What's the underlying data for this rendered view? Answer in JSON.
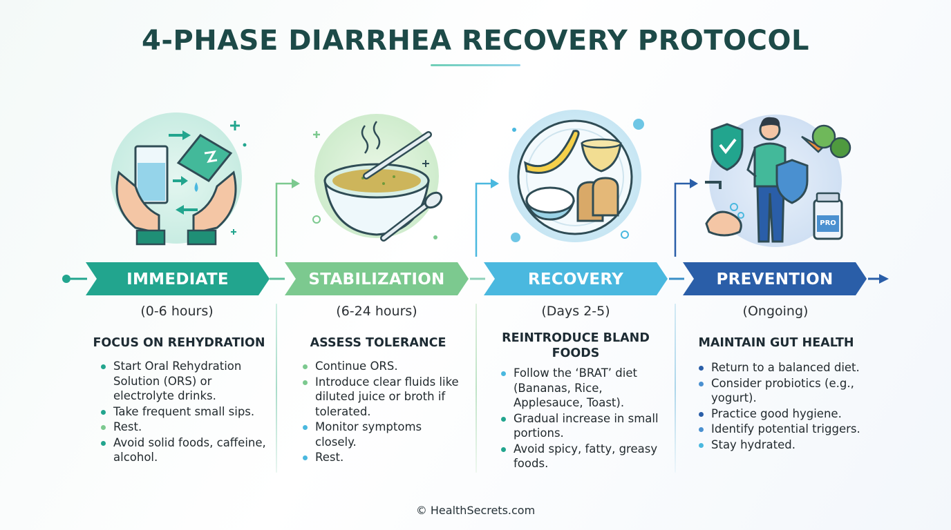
{
  "title": "4-PHASE DIARRHEA RECOVERY PROTOCOL",
  "colors": {
    "immediate": "#22a58e",
    "stabilization": "#7cc98f",
    "recovery": "#4ab8df",
    "prevention": "#2a5ea8",
    "title": "#1d4a48"
  },
  "phases": [
    {
      "name": "IMMEDIATE",
      "timeframe": "(0-6 hours)",
      "heading": "FOCUS ON REHYDRATION",
      "icon": "hands-water-electrolyte-icon",
      "items": [
        "Start Oral Rehydration Solution (ORS) or electrolyte drinks.",
        "Take frequent small sips.",
        "Rest.",
        "Avoid solid foods, caffeine, alcohol."
      ]
    },
    {
      "name": "STABILIZATION",
      "timeframe": "(6-24 hours)",
      "heading": "ASSESS TOLERANCE",
      "icon": "broth-bowl-icon",
      "items": [
        "Continue ORS.",
        "Introduce clear fluids like diluted juice or broth if tolerated.",
        "Monitor symptoms closely.",
        "Rest."
      ]
    },
    {
      "name": "RECOVERY",
      "timeframe": "(Days 2-5)",
      "heading": "REINTRODUCE BLAND FOODS",
      "icon": "brat-plate-icon",
      "items": [
        "Follow the ‘BRAT’ diet (Bananas, Rice, Applesauce, Toast).",
        "Gradual increase in small portions.",
        "Avoid spicy, fatty, greasy foods."
      ]
    },
    {
      "name": "PREVENTION",
      "timeframe": "(Ongoing)",
      "heading": "MAINTAIN GUT HEALTH",
      "icon": "gut-health-person-icon",
      "probiotic_label": "PRO",
      "items": [
        "Return to a balanced diet.",
        "Consider probiotics (e.g., yogurt).",
        "Practice good hygiene.",
        "Identify potential triggers.",
        "Stay hydrated."
      ]
    }
  ],
  "footer": "© HealthSecrets.com"
}
